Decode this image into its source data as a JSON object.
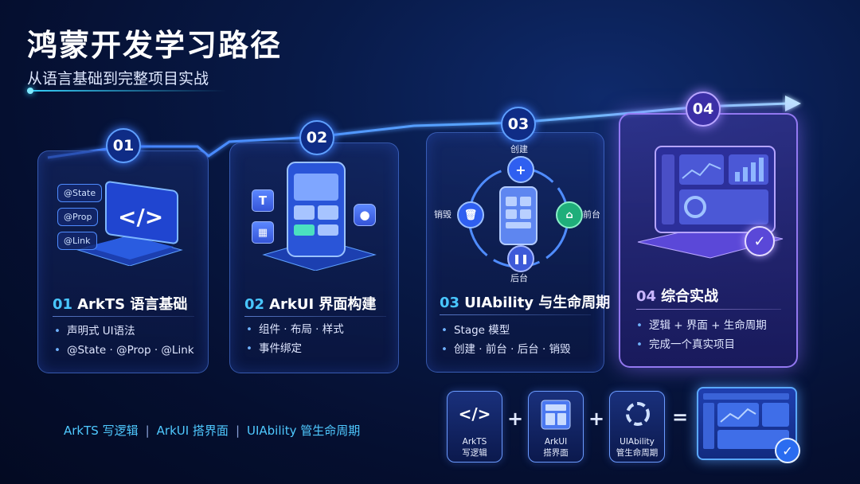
{
  "header": {
    "title": "鸿蒙开发学习路径",
    "subtitle": "从语言基础到完整项目实战"
  },
  "steps": [
    {
      "badge": "01",
      "num": "01",
      "name": "ArkTS 语言基础",
      "bullets": [
        "声明式 UI语法",
        "@State · @Prop · @Link"
      ],
      "tags": [
        "@State",
        "@Prop",
        "@Link"
      ],
      "illustration_icon": "code-brackets-icon"
    },
    {
      "badge": "02",
      "num": "02",
      "name": "ArkUI 界面构建",
      "bullets": [
        "组件 · 布局 · 样式",
        "事件绑定"
      ],
      "side_icons": [
        "text-T-icon",
        "grid-icon",
        "circle-shape-icon"
      ],
      "side_text": "T"
    },
    {
      "badge": "03",
      "num": "03",
      "name": "UIAbility 与生命周期",
      "bullets": [
        "Stage 模型",
        "创建 · 前台 · 后台 · 销毁"
      ],
      "lifecycle": {
        "create": "创建",
        "foreground": "前台",
        "background": "后台",
        "destroy": "销毁"
      }
    },
    {
      "badge": "04",
      "num": "04",
      "name": "综合实战",
      "bullets": [
        "逻辑 + 界面 + 生命周期",
        "完成一个真实项目"
      ],
      "highlighted": true
    }
  ],
  "footer": {
    "items": [
      "ArkTS 写逻辑",
      "ArkUI 搭界面",
      "UIAbility 管生命周期"
    ],
    "separator": "|"
  },
  "equation": {
    "boxes": [
      {
        "line1": "ArkTS",
        "line2": "写逻辑",
        "icon": "code-brackets-icon"
      },
      {
        "line1": "ArkUI",
        "line2": "搭界面",
        "icon": "layout-icon"
      },
      {
        "line1": "UIAbility",
        "line2": "管生命周期",
        "icon": "cycle-icon"
      }
    ],
    "plus": "+",
    "equals": "=",
    "result_icon": "dashboard-check-icon"
  },
  "colors": {
    "accent_cyan": "#49c6ff",
    "accent_purple": "#b9a6ff",
    "background": "#050f30"
  }
}
